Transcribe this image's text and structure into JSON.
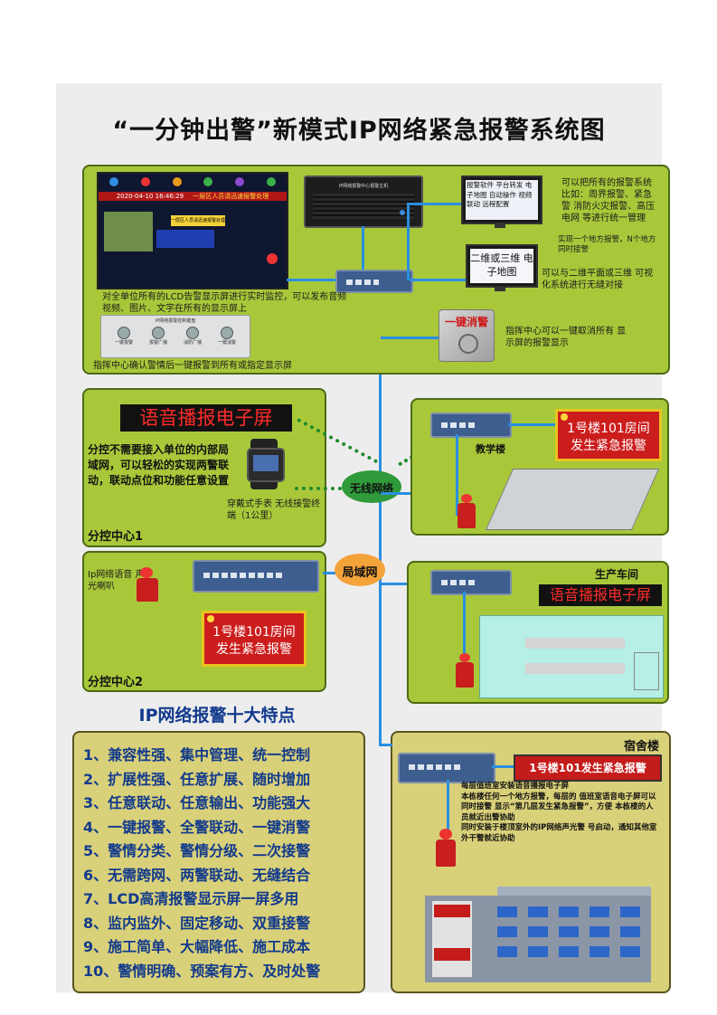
{
  "title": "“一分钟出警”新模式IP网络紧急报警系统图",
  "top_panel": {
    "lcd_timestamp": "2020-04-10 16:46:29",
    "lcd_banner": "一层区人员请迅速报警处理",
    "lcd_alert_text": "一层区人员请迅速报警处理",
    "host_label": "IP网络报警中心报警主机",
    "software_monitor": "报警软件 平台转发 电子地图 自动操作 视频联动 远程配置",
    "right_text_1": "可以把所有的报警系统 比如：周界报警、紧急警 消防火灾报警、高压电网 等进行统一管理",
    "right_text_2": "实现一个地方报警，N个地方 同时接警",
    "map_monitor": "二维或三维 电子地图",
    "map_text": "可以与二维平面或三维 可视化系统进行无缝对接",
    "lcd_caption": "对全单位所有的LCD告警显示屏进行实时监控，可以发布音频 视频、图片、文字在所有的显示屏上",
    "panel_header": "IP网络报警控制键盘",
    "panel_buttons": [
      "一键报警",
      "报警广播",
      "消防广播",
      "一键消警"
    ],
    "panel_caption": "指挥中心确认警情后一键报警到所有或指定显示屏",
    "cancel_button": "一键消警",
    "cancel_text": "指挥中心可以一键取消所有 显示屏的报警显示"
  },
  "branch1": {
    "screen": "语音播报电子屏",
    "desc": "分控不需要接入单位的内部局域网，可以轻松的实现两警联动，联动点位和功能任意设置",
    "watch_caption": "穿戴式手表 无线接警终端（1公里）",
    "wireless_label": "无线网络",
    "name": "分控中心1"
  },
  "teaching": {
    "name": "教学楼",
    "alert": "1号楼101房间 发生紧急报警"
  },
  "lan_label": "局域网",
  "branch2": {
    "speaker_label": "Ip网络语音 声光喇叭",
    "alert": "1号楼101房间 发生紧急报警",
    "name": "分控中心2"
  },
  "workshop": {
    "name": "生产车间",
    "screen": "语音播报电子屏"
  },
  "features": {
    "heading": "IP网络报警十大特点",
    "items": [
      "1、兼容性强、集中管理、统一控制",
      "2、扩展性强、任意扩展、随时增加",
      "3、任意联动、任意输出、功能强大",
      "4、一键报警、全警联动、一键消警",
      "5、警情分类、警情分级、二次接警",
      "6、无需跨网、两警联动、无缝结合",
      "7、LCD高清报警显示屏一屏多用",
      "8、监内监外、固定移动、双重接警",
      "9、施工简单、大幅降低、施工成本",
      "10、警情明确、预案有方、及时处警"
    ]
  },
  "dorm": {
    "name": "宿舍楼",
    "alert": "1号楼101发生紧急报警",
    "text_1": "每层值班室安装语音播报电子屏",
    "text_2": "本栋楼任何一个地方报警，每层的 值班室语音电子屏可以同时接警 显示“第几层发生紧急报警”，方便 本栋楼的人员就近出警协助",
    "text_3": "同时安装于楼顶室外的IP网络声光警 号启动，通知其他室外干警就近协助"
  },
  "colors": {
    "panel_green": "#a8c83a",
    "panel_yellow": "#d9d07a",
    "network_blue": "#2a8fe0",
    "alert_red": "#cc1d1d",
    "feature_blue": "#123a8c"
  }
}
